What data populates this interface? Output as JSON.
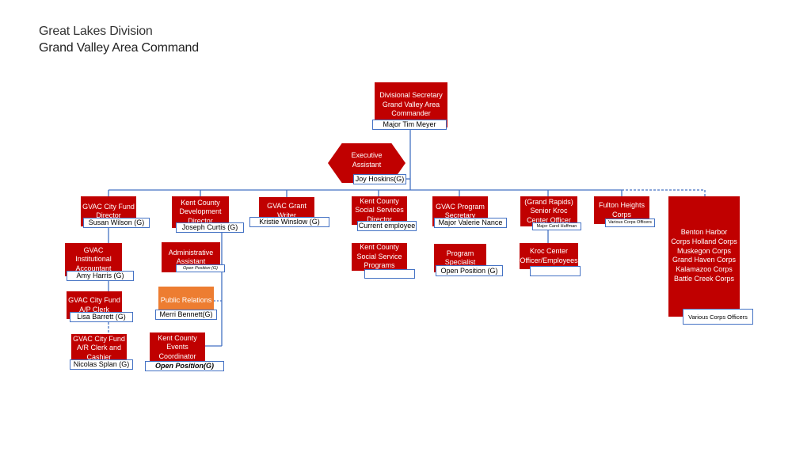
{
  "header": {
    "line1": "Great Lakes Division",
    "line2": "Grand Valley Area Command"
  },
  "colors": {
    "box_red": "#c00000",
    "box_orange": "#ed7d31",
    "connector_blue": "#4472c4"
  },
  "chart": {
    "top": {
      "title": "Divisional Secretary\nGrand Valley Area\nCommander",
      "name": "Major Tim Meyer"
    },
    "assistant": {
      "title": "Executive\nAssistant",
      "name": "Joy Hoskins(G)"
    },
    "columns": [
      {
        "title": "GVAC City Fund\nDirector",
        "name": "Susan Wilson (G)"
      },
      {
        "title": "Kent County\nDevelopment\nDirector",
        "name": "Joseph Curtis (G)"
      },
      {
        "title": "GVAC Grant\nWriter",
        "name": "Kristie Winslow (G)"
      },
      {
        "title": "Kent County\nSocial Services\nDirector",
        "name": "Current employee"
      },
      {
        "title": "GVAC Program\nSecretary",
        "name": "Major Valerie Nance"
      },
      {
        "title": "(Grand Rapids)\nSenior Kroc\nCenter Officer",
        "name": "Major Carol Huffman"
      },
      {
        "title": "Fulton Heights\nCorps",
        "name": "Various Corps Officers"
      },
      {
        "title": "Benton Harbor\nCorps Holland Corps\nMuskegon Corps\nGrand Haven Corps\nKalamazoo Corps\nBattle Creek Corps",
        "name": "Various Corps Officers"
      }
    ],
    "sub": {
      "institutional_accountant": {
        "title": "GVAC\nInstitutional\nAccountant",
        "name": "Amy Harris (G)"
      },
      "ap_clerk": {
        "title": "GVAC City Fund\nA/P Clerk",
        "name": "Lisa Barrett (G)"
      },
      "ar_clerk": {
        "title": "GVAC City Fund\nA/R Clerk and\nCashier",
        "name": "Nicolas Splan (G)"
      },
      "admin_assistant": {
        "title": "Administrative\nAssistant",
        "name": "Open Position (G)"
      },
      "public_relations": {
        "title": "Public Relations",
        "name": "Merri Bennett(G)"
      },
      "events_coordinator": {
        "title": "Kent County\nEvents\nCoordinator",
        "name": "Open Position(G)"
      },
      "social_service_programs": {
        "title": "Kent County\nSocial Service\nPrograms",
        "name": ""
      },
      "program_specialist": {
        "title": "Program\nSpecialist",
        "name": "Open Position (G)"
      },
      "kroc_employees": {
        "title": "Kroc Center\nOfficer/Employees",
        "name": ""
      }
    }
  }
}
